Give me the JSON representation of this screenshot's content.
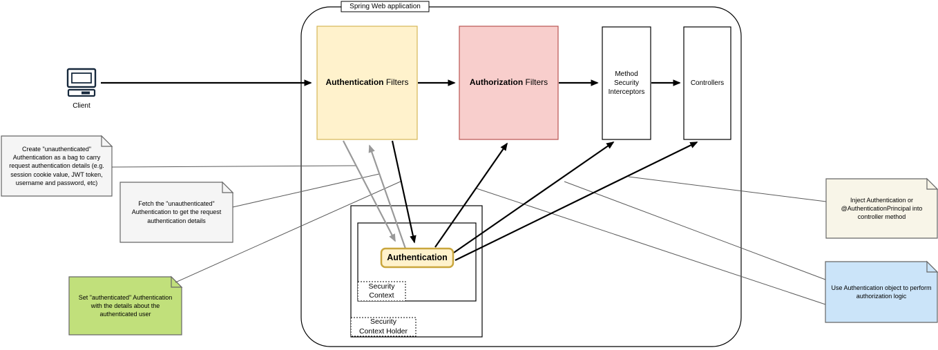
{
  "title": "Spring Web application",
  "client": {
    "label": "Client"
  },
  "boxes": {
    "authentication_filters": {
      "bold": "Authentication",
      "rest": " Filters"
    },
    "authorization_filters": {
      "bold": "Authorization",
      "rest": " Filters"
    },
    "method_security_interceptors": {
      "label": "Method Security Interceptors"
    },
    "controllers": {
      "label": "Controllers"
    }
  },
  "security": {
    "authentication_label": "Authentication",
    "context_line1": "Security",
    "context_line2": "Context",
    "holder_line1": "Security",
    "holder_line2": "Context Holder"
  },
  "notes": {
    "create_unauthenticated": {
      "text": "Create \"unauthenticated\" Authentication as a bag to carry request authentication details (e.g. session cookie value, JWT token, username and password, etc)",
      "color": "#F5F5F5"
    },
    "fetch_unauthenticated": {
      "text": "Fetch the \"unauthenticated\" Authentication to get the request authentication details",
      "color": "#F5F5F5"
    },
    "set_authenticated": {
      "text": "Set \"authenticated\" Authentication with the details about the authenticated user",
      "color": "#C1E07B"
    },
    "inject_authentication": {
      "text": "Inject Authentication or @AuthenticationPrincipal into controller method",
      "color": "#F8F5E8"
    },
    "use_authentication": {
      "text": "Use Authentication object to perform authorization logic",
      "color": "#CBE4F9"
    }
  },
  "colors": {
    "yellow_fill": "#FFF2CC",
    "yellow_stroke": "#D6B656",
    "red_fill": "#F8CECC",
    "red_stroke": "#B85450",
    "badge_stroke": "#C9A63D",
    "note_stroke": "#666666",
    "gray_arrow": "#999999",
    "black": "#000000",
    "client_icon": "#16283C"
  }
}
